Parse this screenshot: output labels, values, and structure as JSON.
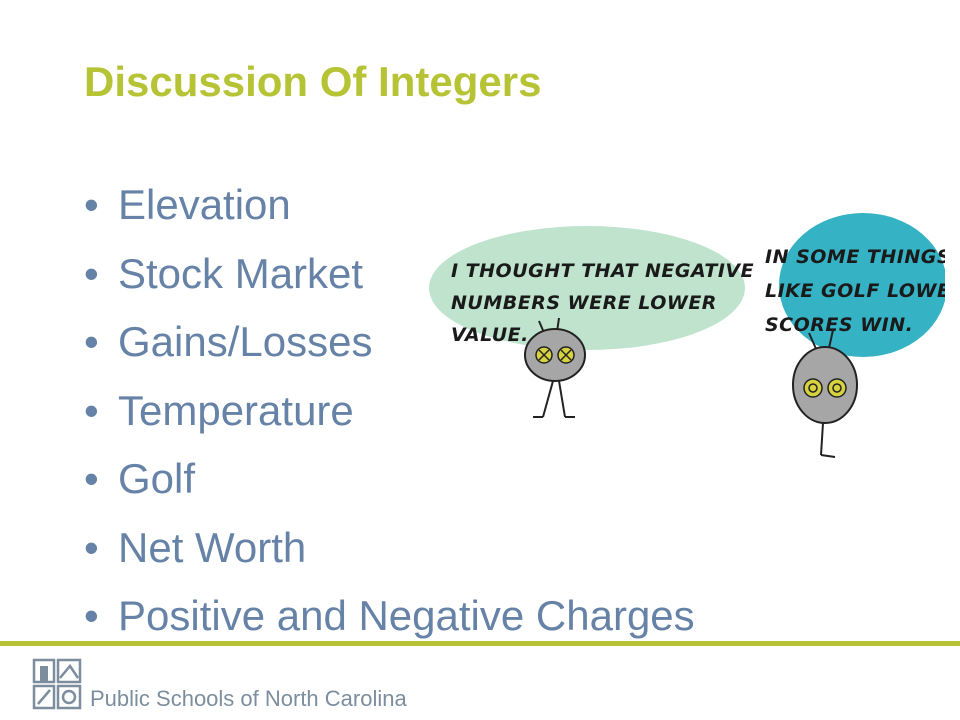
{
  "slide": {
    "title": "Discussion Of Integers",
    "bullets": [
      "Elevation",
      "Stock Market",
      "Gains/Losses",
      "Temperature",
      "Golf",
      "Net Worth",
      "Positive and Negative Charges"
    ]
  },
  "cartoon": {
    "left_bubble": [
      "I THOUGHT THAT NEGATIVE",
      "NUMBERS WERE LOWER",
      "VALUE."
    ],
    "right_bubble": [
      "IN SOME THINGS",
      "LIKE GOLF LOWER",
      "SCORES WIN."
    ],
    "left_bubble_color": "#bfe3cd",
    "right_bubble_color": "#35b2c4"
  },
  "footer": {
    "org_name": "Public Schools of North Carolina",
    "logo_icon": "state-board-logo-icon"
  },
  "colors": {
    "title": "#b5c334",
    "bullet_text": "#6682a6",
    "rule": "#b5c334",
    "footer_text": "#7c8e9e"
  }
}
